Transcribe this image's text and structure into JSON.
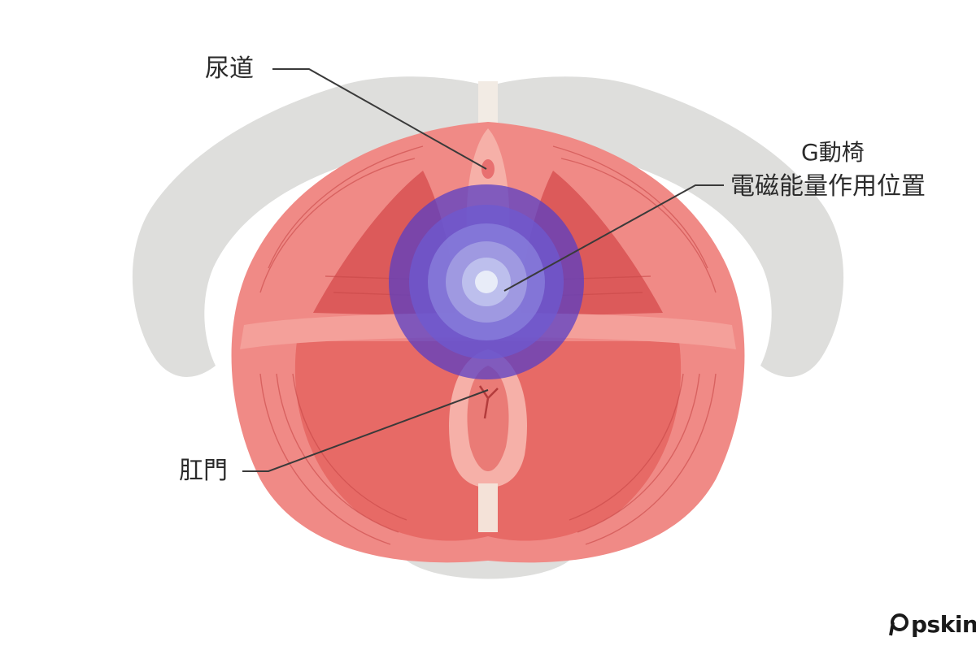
{
  "labels": {
    "urethra": "尿道",
    "anus": "肛門",
    "gchair_line1": "G動椅",
    "gchair_line2": "電磁能量作用位置"
  },
  "brand": {
    "logo_text": "pskin"
  },
  "colors": {
    "bone": "#dededc",
    "muscle": "#f08a86",
    "muscle_dark": "#dc5a5a",
    "muscle_light": "#f6b0a8",
    "energy": "#5a3fc4",
    "leader": "#3a3a3a"
  }
}
